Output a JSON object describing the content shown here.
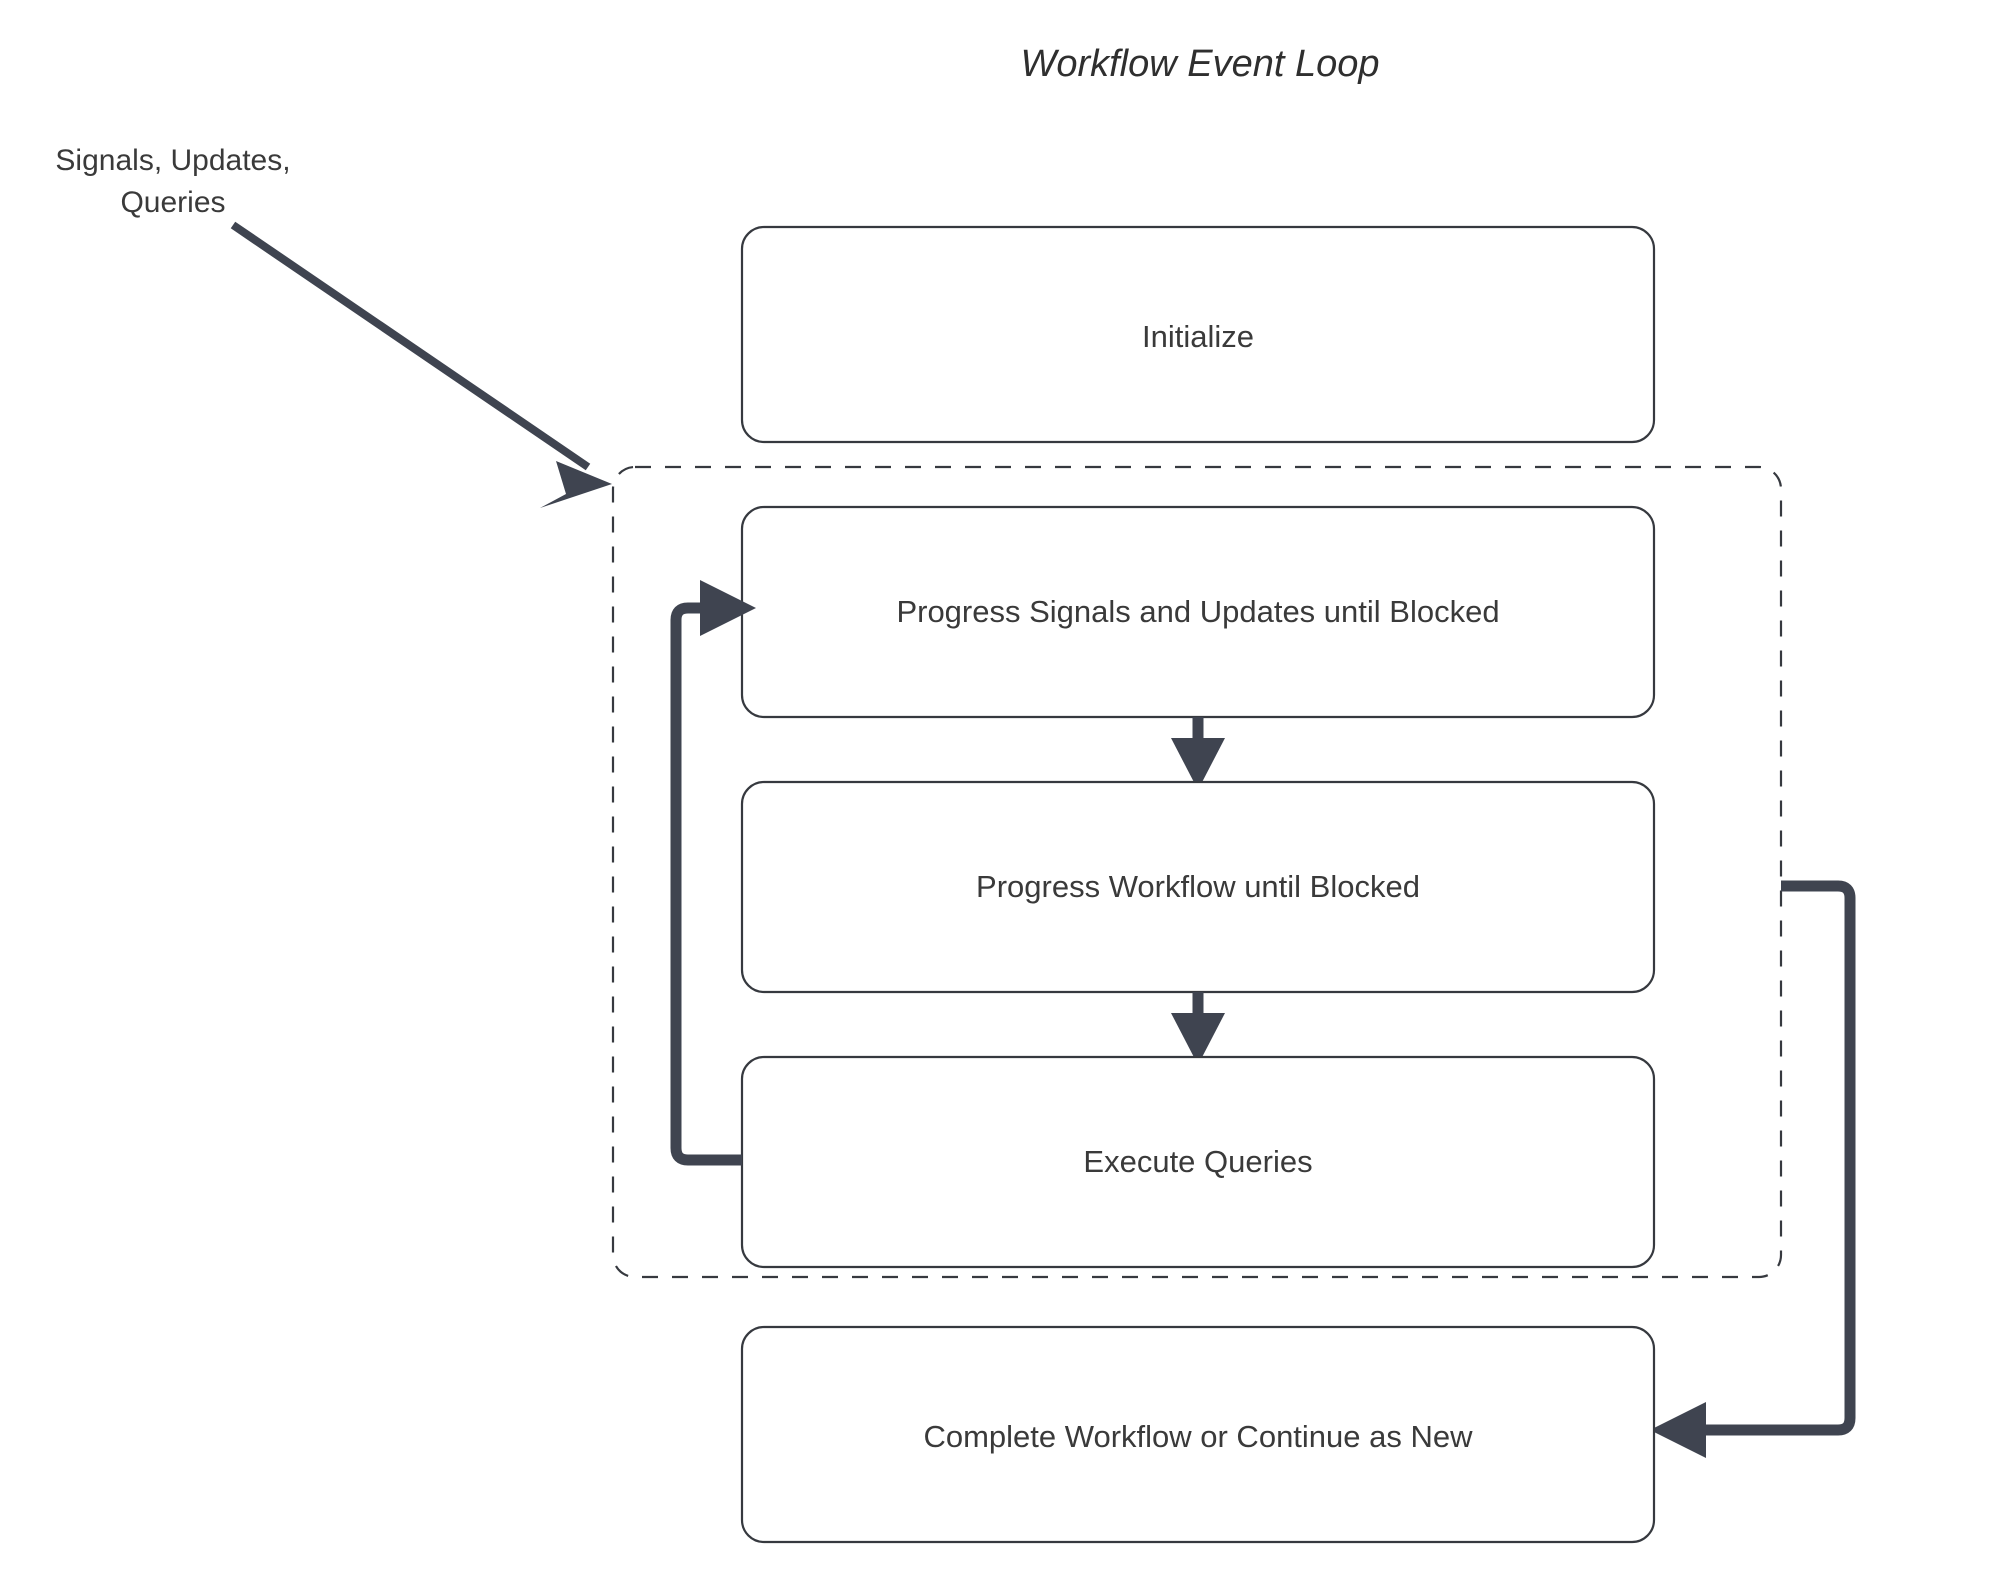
{
  "diagram": {
    "title": "Workflow Event Loop",
    "type": "flowchart",
    "background_color": "#ffffff",
    "node_border_color": "#36393f",
    "connector_color": "#3f4450",
    "text_color": "#333333",
    "nodes": {
      "initialize": "Initialize",
      "progress_signals": "Progress Signals and Updates until Blocked",
      "progress_workflow": "Progress Workflow until Blocked",
      "execute_queries": "Execute Queries",
      "complete_workflow": "Complete Workflow or Continue as New"
    },
    "edge_labels": {
      "inbound_line1": "Signals, Updates,",
      "inbound_line2": "Queries"
    },
    "group": {
      "style": "dashed",
      "contains": [
        "Progress Signals and Updates until Blocked",
        "Progress Workflow until Blocked",
        "Execute Queries"
      ]
    }
  }
}
